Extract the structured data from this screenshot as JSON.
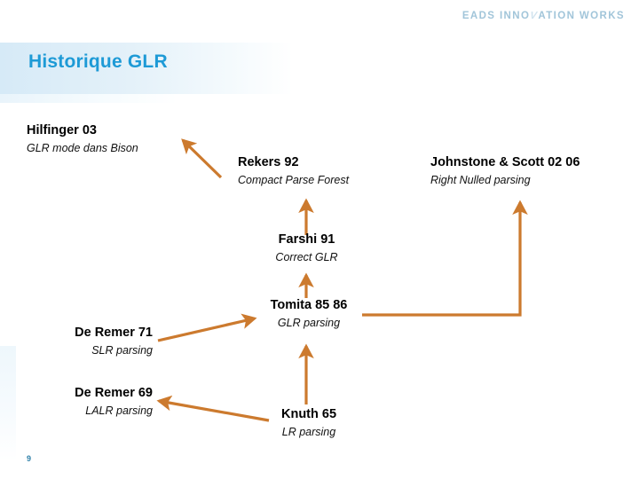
{
  "slide": {
    "logo_text_before": "EADS INNO",
    "logo_slash": "V",
    "logo_text_after": "ATION WORKS",
    "logo_full": "EADS INNOVATION WORKS",
    "title": "Historique GLR",
    "page_number": "9",
    "accent_color": "#1d9ad6",
    "arrow_color": "#cc7a2e",
    "logo_color": "#9dc2d8"
  },
  "diagram": {
    "type": "timeline-graph",
    "nodes": [
      {
        "id": "hilfinger",
        "title": "Hilfinger 03",
        "subtitle": "GLR mode dans Bison"
      },
      {
        "id": "rekers",
        "title": "Rekers 92",
        "subtitle": "Compact Parse Forest"
      },
      {
        "id": "johnstone",
        "title": "Johnstone & Scott 02 06",
        "subtitle": "Right Nulled parsing"
      },
      {
        "id": "farshi",
        "title": "Farshi 91",
        "subtitle": "Correct GLR"
      },
      {
        "id": "tomita",
        "title": "Tomita 85 86",
        "subtitle": "GLR parsing"
      },
      {
        "id": "deremer71",
        "title": "De Remer 71",
        "subtitle": "SLR parsing"
      },
      {
        "id": "deremer69",
        "title": "De Remer 69",
        "subtitle": "LALR parsing"
      },
      {
        "id": "knuth",
        "title": "Knuth 65",
        "subtitle": "LR parsing"
      }
    ],
    "edges": [
      {
        "from": "rekers",
        "to": "hilfinger"
      },
      {
        "from": "farshi",
        "to": "rekers"
      },
      {
        "from": "tomita",
        "to": "farshi"
      },
      {
        "from": "tomita",
        "to": "johnstone"
      },
      {
        "from": "knuth",
        "to": "tomita"
      },
      {
        "from": "deremer71",
        "to": "tomita"
      },
      {
        "from": "knuth",
        "to": "deremer69"
      }
    ]
  }
}
